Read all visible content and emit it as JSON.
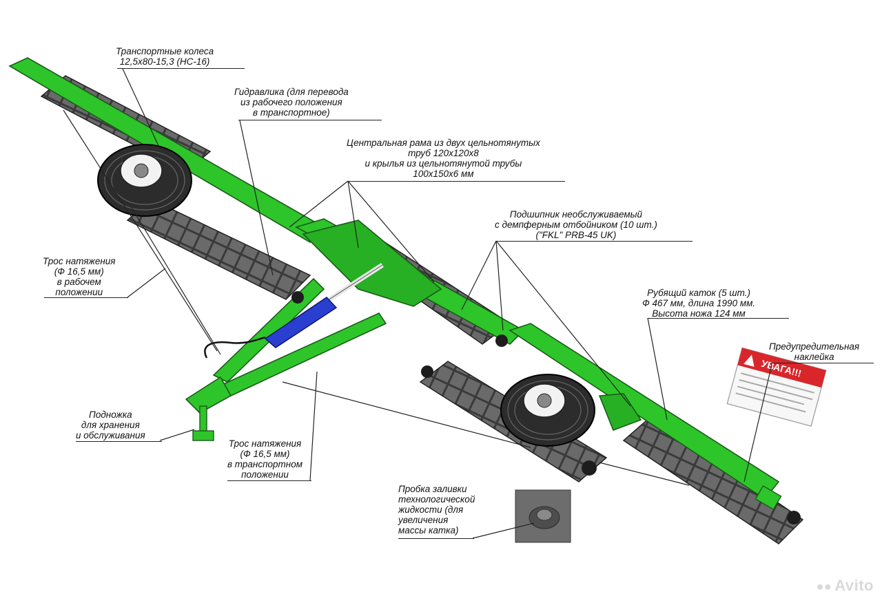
{
  "callouts": [
    {
      "id": "wheels",
      "lines": [
        "Транспортные колеса",
        "12,5х80-15,3 (НС-16)"
      ]
    },
    {
      "id": "hydraulics",
      "lines": [
        "Гидравлика (для перевода",
        "из рабочего положения",
        "в транспортное)"
      ]
    },
    {
      "id": "frame",
      "lines": [
        "Центральная рама из двух цельнотянутых",
        "труб 120х120х8",
        "и крылья из цельнотянутой трубы",
        "100х150х6 мм"
      ]
    },
    {
      "id": "bearing",
      "lines": [
        "Подшипник необслуживаемый",
        "с демпферным отбойником (10 шт.)",
        "(\"FKL\" PRB-45 UK)"
      ]
    },
    {
      "id": "tension-work",
      "lines": [
        "Трос натяжения",
        "(Ф 16,5 мм)",
        "в рабочем",
        "положении"
      ]
    },
    {
      "id": "roller",
      "lines": [
        "Рубящий каток (5 шт.)",
        "Ф 467 мм, длина 1990 мм.",
        "Высота ножа 124 мм"
      ]
    },
    {
      "id": "sticker",
      "lines": [
        "Предупредительная",
        "наклейка"
      ]
    },
    {
      "id": "stand",
      "lines": [
        "Подножка",
        "для хранения",
        "и обслуживания"
      ]
    },
    {
      "id": "tension-transport",
      "lines": [
        "Трос натяжения",
        "(Ф 16,5 мм)",
        "в транспортном",
        "положении"
      ]
    },
    {
      "id": "plug",
      "lines": [
        "Пробка заливки",
        "технологической",
        "жидкости (для",
        "увеличения",
        "массы катка)"
      ]
    }
  ],
  "warning_sign": {
    "title": "УВАГА!!!"
  },
  "watermark": "Avito",
  "colors": {
    "frame_green": "#2ec52a",
    "frame_dark": "#1a8f1a",
    "roller": "#555555",
    "cylinder": "#2a3fd0",
    "warning_red": "#d9262b"
  }
}
